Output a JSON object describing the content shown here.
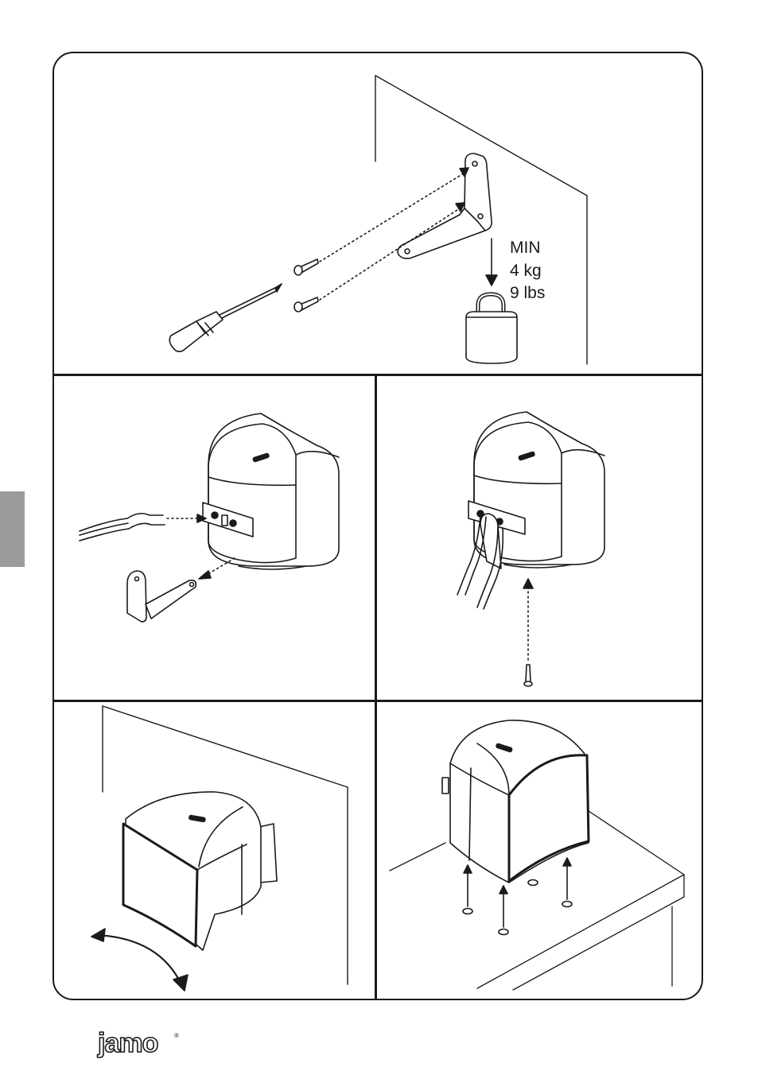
{
  "weight": {
    "line1": "MIN",
    "line2": "4 kg",
    "line3": "9 lbs"
  },
  "brand": {
    "logo_text": "jamo",
    "registered": "®"
  },
  "colors": {
    "stroke": "#1a1a1a",
    "side_tab": "#9b9b9b",
    "background": "#ffffff"
  },
  "icons": [
    "screwdriver-icon",
    "screw-icon",
    "bracket-icon",
    "padlock-weight-icon",
    "speaker-icon",
    "speaker-wire-icon",
    "rotate-arrow-icon",
    "rubber-foot-icon"
  ]
}
